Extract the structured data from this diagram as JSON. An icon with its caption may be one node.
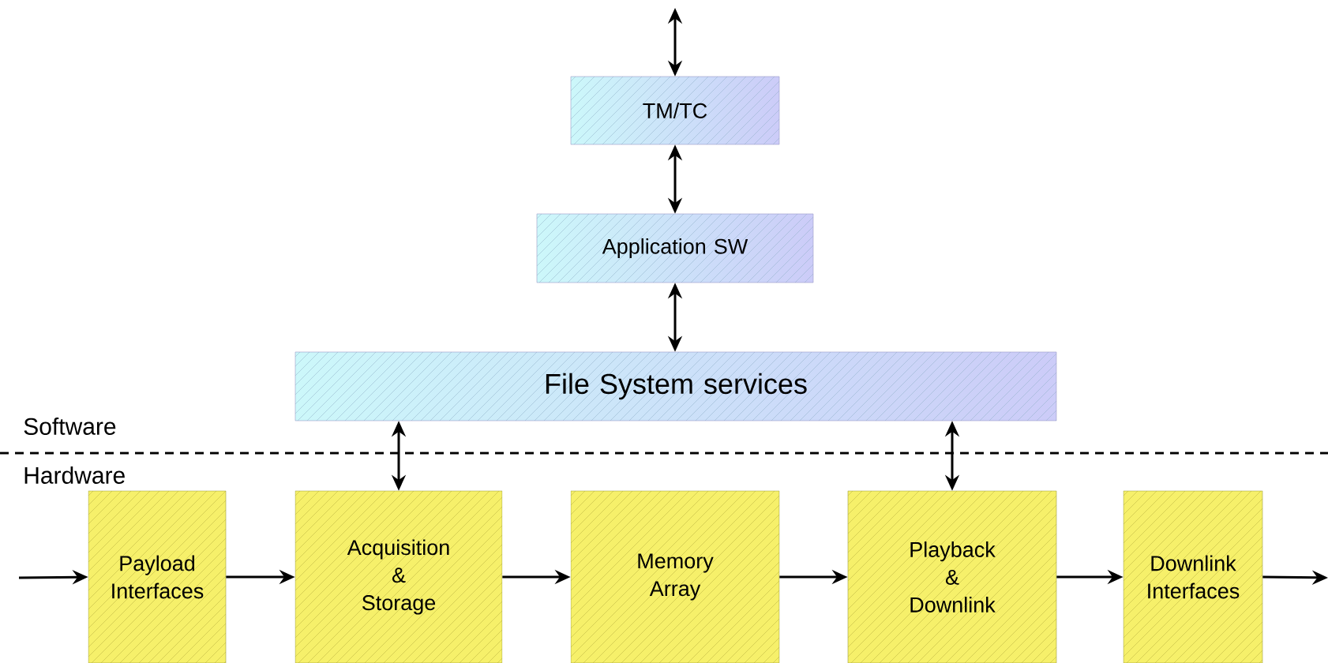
{
  "diagram": {
    "nodes": [
      {
        "text": [
          "TM/TC"
        ]
      },
      {
        "text": [
          "Application SW"
        ]
      },
      {
        "text": [
          "File System services"
        ]
      },
      {
        "text": [
          "Payload Interfaces"
        ]
      },
      {
        "text": [
          "Acquisition & Storage"
        ]
      },
      {
        "text": [
          "Memory Array"
        ]
      },
      {
        "text": [
          "Playback & Downlink"
        ]
      },
      {
        "text": [
          "Downlink Interfaces"
        ]
      }
    ],
    "edges": [
      {
        "from": null,
        "to": 0,
        "arrow": "both"
      },
      {
        "from": 0,
        "to": 1,
        "arrow": "both"
      },
      {
        "from": 1,
        "to": 2,
        "arrow": "both"
      },
      {
        "from": 2,
        "to": 4,
        "arrow": "both"
      },
      {
        "from": 2,
        "to": 6,
        "arrow": "both"
      },
      {
        "from": null,
        "to": 3,
        "arrow": "to"
      },
      {
        "from": 3,
        "to": 4,
        "arrow": "to"
      },
      {
        "from": 4,
        "to": 5,
        "arrow": "to"
      },
      {
        "from": 5,
        "to": 6,
        "arrow": "to"
      },
      {
        "from": 6,
        "to": 7,
        "arrow": "to"
      },
      {
        "from": 7,
        "to": null,
        "arrow": "to"
      }
    ],
    "labels": [
      "Software",
      "Hardware"
    ]
  }
}
